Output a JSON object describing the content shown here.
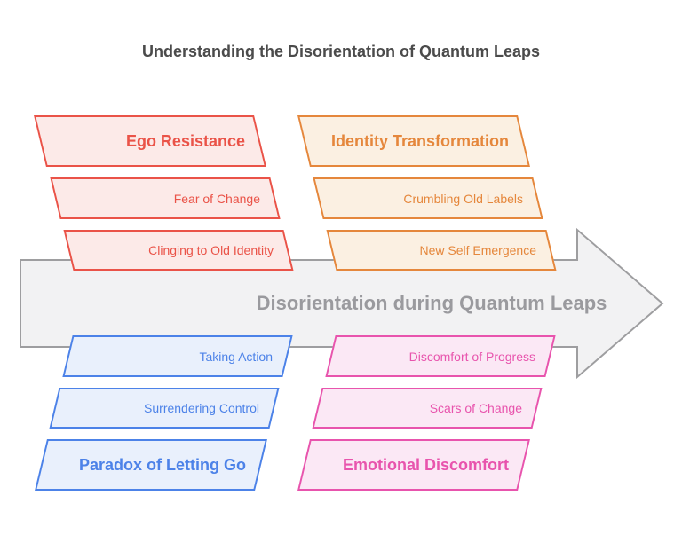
{
  "header": {
    "title": "Understanding the Disorientation of Quantum Leaps",
    "color": "#4b4b4b"
  },
  "arrow": {
    "label": "Disorientation during Quantum Leaps",
    "fill": "#f2f2f3",
    "border": "#9e9ea0",
    "text_color": "#9a9a9e"
  },
  "groups": [
    {
      "id": "ego-resistance",
      "position": "top-left",
      "title": "Ego Resistance",
      "items": [
        "Fear of Change",
        "Clinging to Old Identity"
      ],
      "color": "#ea5348",
      "fill": "#fceae8"
    },
    {
      "id": "identity-transformation",
      "position": "top-right",
      "title": "Identity Transformation",
      "items": [
        "Crumbling Old Labels",
        "New Self Emergence"
      ],
      "color": "#e5873c",
      "fill": "#fbf0e2"
    },
    {
      "id": "paradox-of-letting-go",
      "position": "bottom-left",
      "title": "Paradox of Letting Go",
      "items": [
        "Taking Action",
        "Surrendering Control"
      ],
      "color": "#4c82e8",
      "fill": "#e9f0fc"
    },
    {
      "id": "emotional-discomfort",
      "position": "bottom-right",
      "title": "Emotional Discomfort",
      "items": [
        "Discomfort of Progress",
        "Scars of Change"
      ],
      "color": "#e854ad",
      "fill": "#fbe8f5"
    }
  ]
}
